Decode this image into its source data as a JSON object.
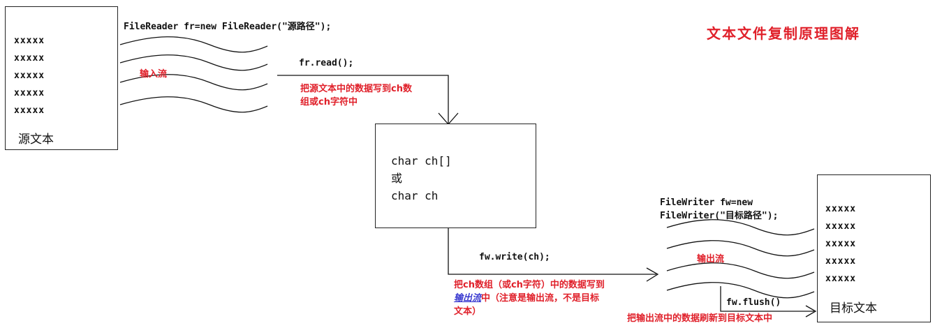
{
  "title": "文本文件复制原理图解",
  "source_box": {
    "lines": [
      "xxxxx",
      "xxxxx",
      "xxxxx",
      "xxxxx",
      "xxxxx"
    ],
    "label": "源文本"
  },
  "reader_code": "FileReader fr=new FileReader(\"源路径\");",
  "input_stream_label": "输入流",
  "read_code": "fr.read();",
  "read_note_line1": "把源文本中的数据写到ch数",
  "read_note_line2": "组或ch字符中",
  "middle_box": {
    "line1": "char ch[]",
    "line2": "或",
    "line3": "char ch"
  },
  "write_code": "fw.write(ch);",
  "write_note_line1": "把ch数组（或ch字符）中的数据写到",
  "write_note_line2_link": "输出流",
  "write_note_line2_rest": "中（注意是输出流，不是目标",
  "write_note_line3": "文本）",
  "writer_code_line1": "FileWriter fw=new",
  "writer_code_line2": "FileWriter(\"目标路径\");",
  "output_stream_label": "输出流",
  "flush_code": "fw.flush()",
  "flush_note": "把输出流中的数据刷新到目标文本中",
  "target_box": {
    "lines": [
      "xxxxx",
      "xxxxx",
      "xxxxx",
      "xxxxx",
      "xxxxx"
    ],
    "label": "目标文本"
  }
}
